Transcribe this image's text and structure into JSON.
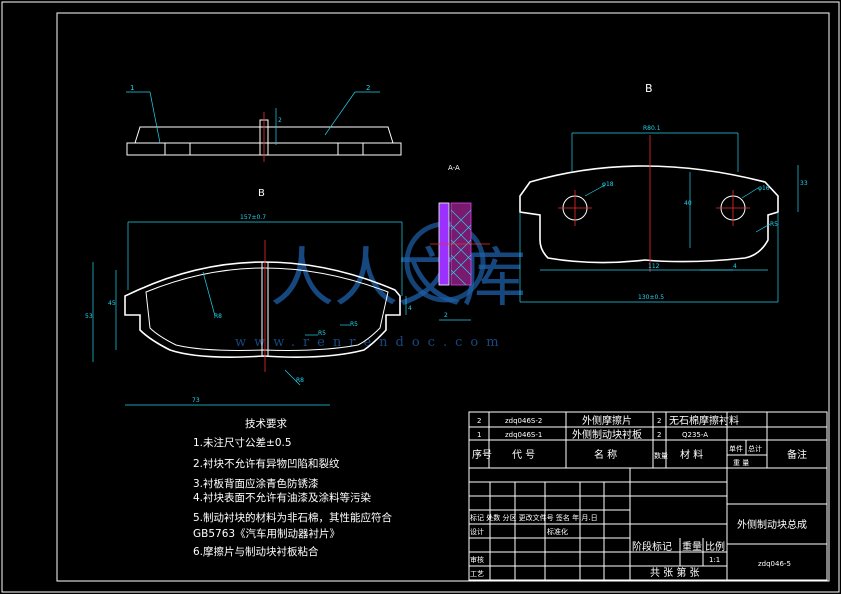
{
  "views": {
    "section_aa": "A-A",
    "view_b_top": "B",
    "view_b_front": "B"
  },
  "callouts": [
    "1",
    "2"
  ],
  "dimensions": {
    "front_width": "157±0.7",
    "front_height": "53",
    "front_inner_height": "45",
    "front_radius": "R8",
    "front_r5_a": "R5",
    "front_r5_b": "R5",
    "front_bottom_radius": "R8",
    "front_bottom_width": "73",
    "right_width": "130±0.5",
    "right_top_width": "R80.1",
    "right_hole_left": "φ18",
    "right_hole_right": "φ16",
    "right_height": "33",
    "right_r": "R5",
    "right_inner": "112",
    "right_span": "4",
    "right_vertical": "40",
    "side_thickness_a": "2",
    "side_thickness_b": "4"
  },
  "technical_requirements": {
    "title": "技术要求",
    "items": [
      "1.未注尺寸公差±0.5",
      "2.衬块不允许有异物凹陷和裂纹",
      "3.衬板背面应涂青色防锈漆",
      "4.衬块表面不允许有油漆及涂料等污染",
      "5.制动衬块的材料为非石棉，其性能应符合",
      "GB5763《汽车用制动器衬片》",
      "6.摩擦片与制动块衬板粘合"
    ]
  },
  "title_block": {
    "parts": [
      {
        "no": "2",
        "code": "zdq046S-2",
        "name": "外侧摩擦片",
        "qty": "2",
        "material": "无石棉摩擦衬料"
      },
      {
        "no": "1",
        "code": "zdq046S-1",
        "name": "外侧制动块衬板",
        "qty": "2",
        "material": "Q235-A"
      }
    ],
    "header": {
      "no": "序号",
      "code": "代 号",
      "name": "名 称",
      "qty": "数量",
      "material": "材 料",
      "unit_weight": "单件",
      "total_weight": "总计",
      "weight": "重 量",
      "remark": "备注"
    },
    "revision": "标记 处数 分区 更改文件号 签名 年.月.日",
    "designer": "设计",
    "standardization": "标准化",
    "stage_mark": "阶段标记",
    "weight_label": "重量",
    "scale_label": "比例",
    "scale_value": "1:1",
    "checker": "审核",
    "process": "工艺",
    "sheet_info": "共 张 第 张",
    "drawing_title": "外侧制动块总成",
    "drawing_code": "zdq046-5"
  },
  "watermark": {
    "text": "人人文库",
    "url": "www.renrendoc.com"
  }
}
